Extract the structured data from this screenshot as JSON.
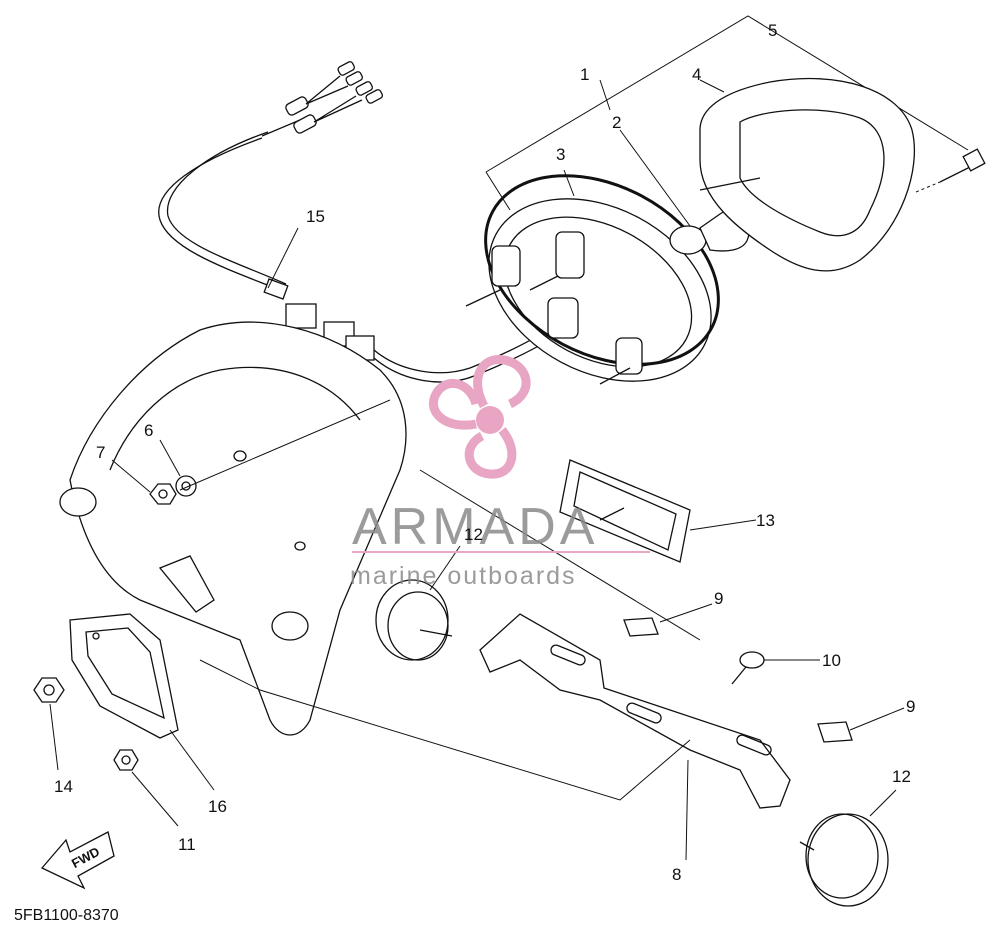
{
  "diagram_code": "5FB1100-8370",
  "watermark": {
    "title": "ARMADA",
    "subtitle": "marine outboards",
    "logo_color": "#e8a6c4"
  },
  "direction_arrow": "FWD",
  "callouts": {
    "c1": "1",
    "c2": "2",
    "c3": "3",
    "c4": "4",
    "c5": "5",
    "c6": "6",
    "c7": "7",
    "c8": "8",
    "c9a": "9",
    "c9b": "9",
    "c10": "10",
    "c11": "11",
    "c12a": "12",
    "c12b": "12",
    "c13": "13",
    "c14": "14",
    "c15": "15",
    "c16": "16"
  }
}
